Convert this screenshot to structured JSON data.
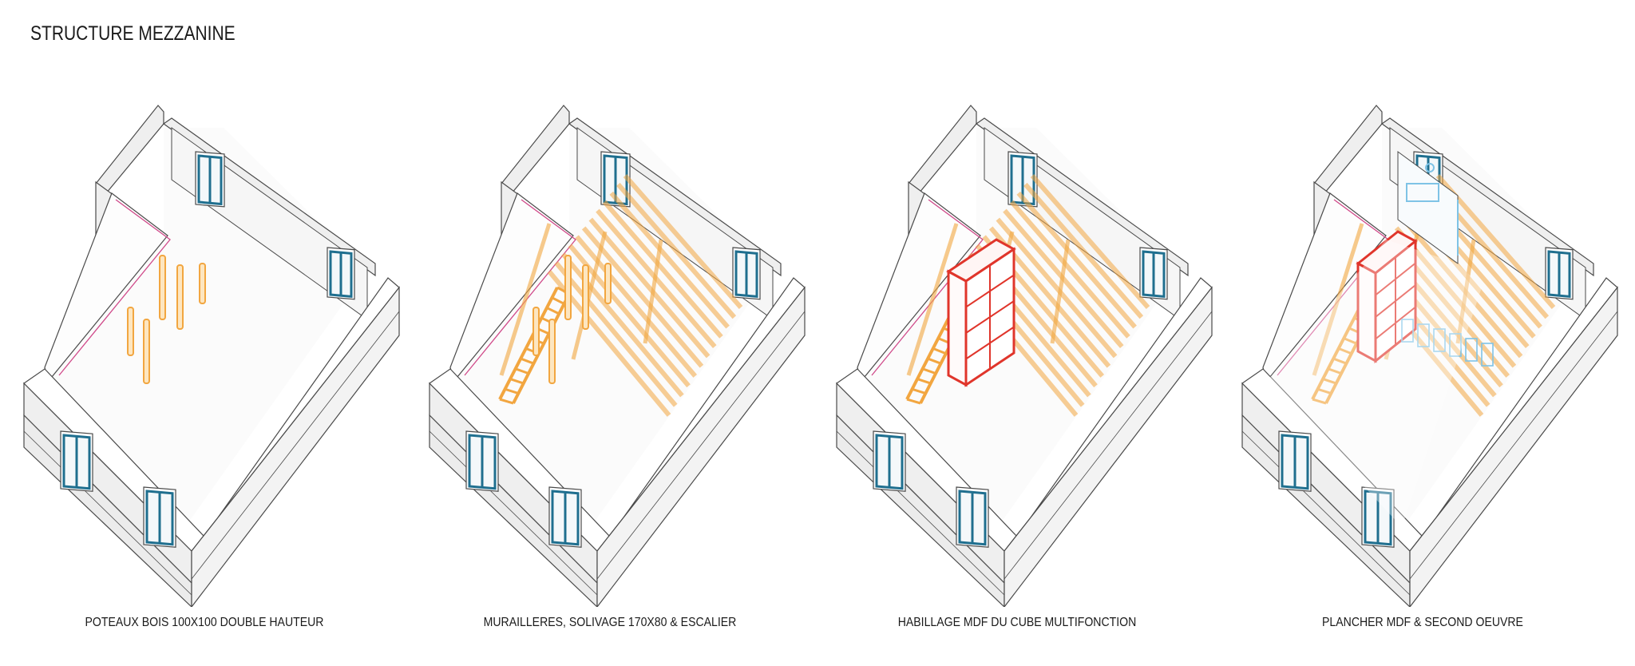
{
  "title": "STRUCTURE MEZZANINE",
  "colors": {
    "wall_face": "#efefef",
    "wall_top": "#ffffff",
    "outline": "#4a4a4a",
    "window": "#1f6f8f",
    "timber": "#f2a640",
    "cube": "#e0352b",
    "glazing": "#7fc3e6",
    "wall_line": "#d04a8a"
  },
  "panels": [
    {
      "caption": "POTEAUX BOIS 100X100 DOUBLE HAUTEUR",
      "stage": 1
    },
    {
      "caption": "MURAILLERES, SOLIVAGE 170X80 & ESCALIER",
      "stage": 2
    },
    {
      "caption": "HABILLAGE MDF DU CUBE MULTIFONCTION",
      "stage": 3
    },
    {
      "caption": "PLANCHER MDF & SECOND OEUVRE",
      "stage": 4
    }
  ]
}
